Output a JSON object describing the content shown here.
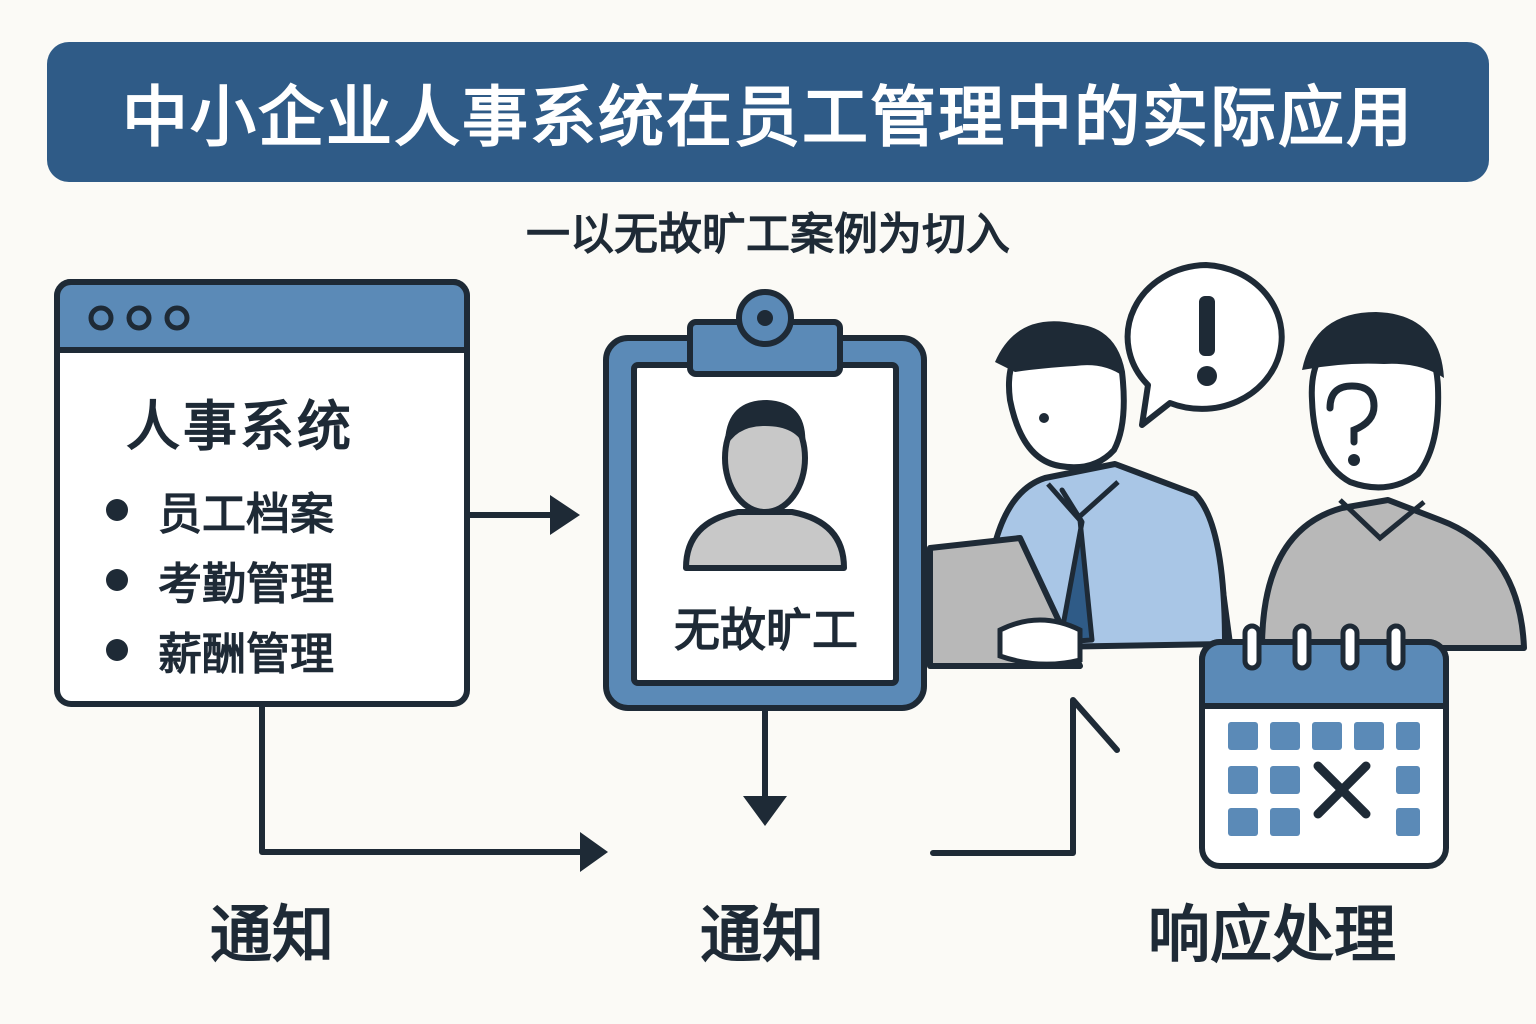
{
  "header": {
    "title": "中小企业人事系统在员工管理中的实际应用",
    "subtitle": "一以无故旷工案例为切入"
  },
  "hr_window": {
    "heading": "人事系统",
    "items": [
      "员工档案",
      "考勤管理",
      "薪酬管理"
    ]
  },
  "clipboard": {
    "label": "无故旷工"
  },
  "steps": {
    "left": "通知",
    "middle": "通知",
    "right": "响应处理"
  },
  "icons": {
    "window_dots": "window-dots-icon",
    "exclamation": "exclamation-speech-bubble-icon",
    "question": "question-mark-icon",
    "calendar": "calendar-x-icon"
  },
  "colors": {
    "title_bg": "#2f5b87",
    "accent_blue": "#5b8ab7",
    "light_blue": "#a9c6e6",
    "outline": "#1e2a36",
    "gray": "#b8b8b8"
  }
}
